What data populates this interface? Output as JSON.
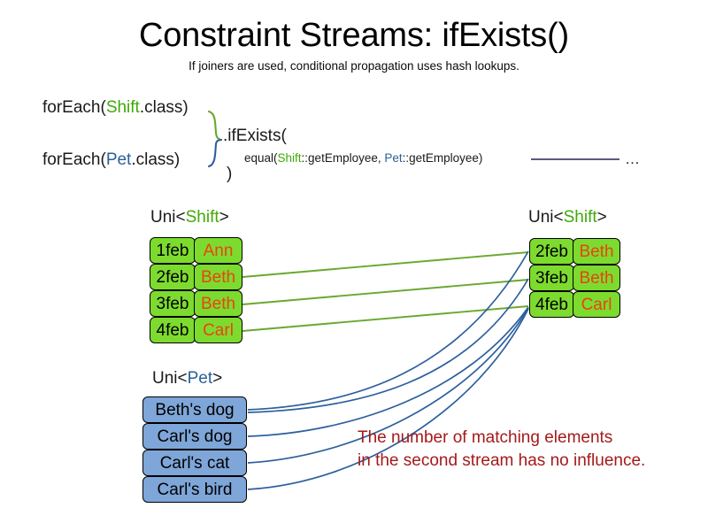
{
  "header": {
    "title": "Constraint Streams: ifExists()",
    "subtitle": "If joiners are used, conditional propagation uses hash lookups."
  },
  "code": {
    "foreach_shift": {
      "prefix": "forEach(",
      "type": "Shift",
      "suffix": ".class)"
    },
    "foreach_pet": {
      "prefix": "forEach(",
      "type": "Pet",
      "suffix": ".class)"
    },
    "if_exists": ".ifExists(",
    "closing_paren": ")",
    "equal": {
      "prefix": "equal(",
      "left_type": "Shift",
      "left_method": "::getEmployee, ",
      "right_type": "Pet",
      "right_method": "::getEmployee)"
    },
    "ellipsis": "…"
  },
  "streams": {
    "left_shift": {
      "label_prefix": "Uni<",
      "label_type": "Shift",
      "label_suffix": ">",
      "rows": [
        {
          "date": "1feb",
          "name": "Ann"
        },
        {
          "date": "2feb",
          "name": "Beth"
        },
        {
          "date": "3feb",
          "name": "Beth"
        },
        {
          "date": "4feb",
          "name": "Carl"
        }
      ]
    },
    "right_shift": {
      "label_prefix": "Uni<",
      "label_type": "Shift",
      "label_suffix": ">",
      "rows": [
        {
          "date": "2feb",
          "name": "Beth"
        },
        {
          "date": "3feb",
          "name": "Beth"
        },
        {
          "date": "4feb",
          "name": "Carl"
        }
      ]
    },
    "pet": {
      "label_prefix": "Uni<",
      "label_type": "Pet",
      "label_suffix": ">",
      "rows": [
        {
          "name": "Beth's dog"
        },
        {
          "name": "Carl's dog"
        },
        {
          "name": "Carl's cat"
        },
        {
          "name": "Carl's bird"
        }
      ]
    }
  },
  "note": {
    "line1": "The number of matching elements",
    "line2": "in the second stream has no influence."
  },
  "colors": {
    "shift_green": "#3faa07",
    "pet_blue": "#2a6099",
    "box_green": "#7ddb2f",
    "box_blue": "#7ea6d8",
    "name_orange": "#e8450f",
    "note_red": "#a41a1a",
    "link_green": "#6aa82e",
    "link_blue": "#2d5f9e",
    "rule_navy": "#4a3f6b"
  }
}
